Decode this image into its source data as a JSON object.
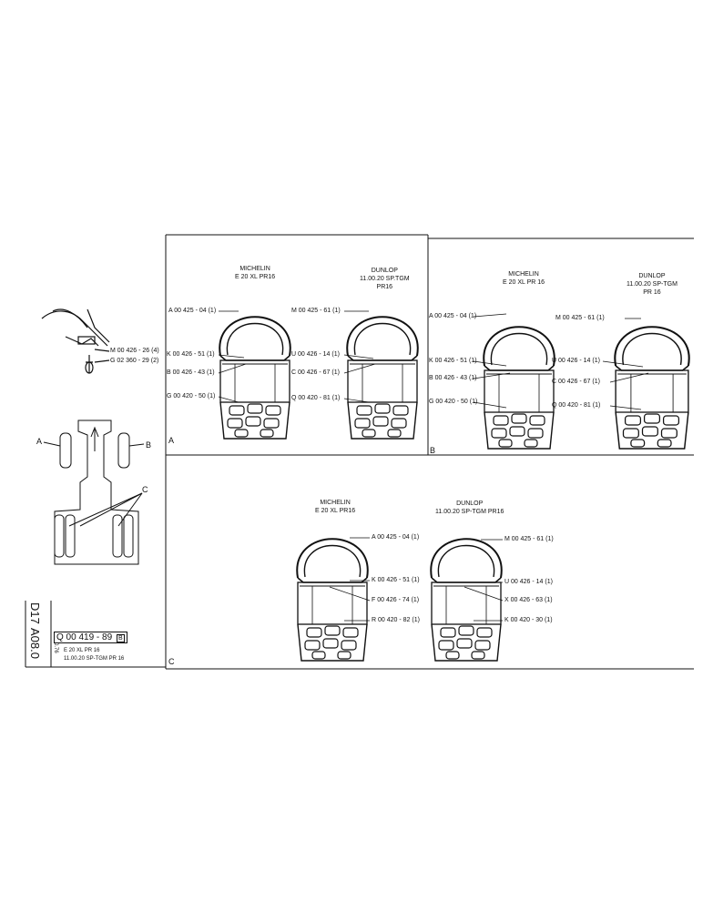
{
  "sections": {
    "A": {
      "label": "A",
      "michelin": {
        "brand": "MICHELIN",
        "spec": "E 20 XL PR16"
      },
      "dunlop": {
        "brand": "DUNLOP",
        "spec": "11.00.20 SP.TGM",
        "spec2": "PR16"
      },
      "left_labels": [
        "A 00 425 - 04 (1)",
        "K 00 426 - 51 (1)",
        "B 00 426 - 43 (1)",
        "G 00 420 - 50 (1)"
      ],
      "right_labels": [
        "M 00 425 - 61 (1)",
        "U 00 426 - 14 (1)",
        "C 00 426 - 67 (1)",
        "Q 00 420 - 81 (1)"
      ]
    },
    "B": {
      "label": "B",
      "michelin": {
        "brand": "MICHELIN",
        "spec": "E 20 XL PR 16"
      },
      "dunlop": {
        "brand": "DUNLOP",
        "spec": "11.00.20 SP-TGM",
        "spec2": "PR 16"
      },
      "left_labels": [
        "A 00 425 - 04 (1)",
        "K 00 426 - 51 (1)",
        "B 00 426 - 43 (1)",
        "G 00 420 - 50 (1)"
      ],
      "right_labels": [
        "M 00 425 - 61 (1)",
        "U 00 426 - 14 (1)",
        "C 00 426 - 67 (1)",
        "Q 00 420 - 81 (1)"
      ]
    },
    "C": {
      "label": "C",
      "michelin": {
        "brand": "MICHELIN",
        "spec": "E 20 XL PR16"
      },
      "dunlop": {
        "brand": "DUNLOP",
        "spec": "11.00.20 SP-TGM PR16"
      },
      "michelin_labels": [
        "A 00 425 - 04 (1)",
        "K 00 426 - 51 (1)",
        "F 00 426 - 74 (1)",
        "R 00 420 - 82 (1)"
      ],
      "dunlop_labels": [
        "M 00 425 - 61 (1)",
        "U 00 426 - 14 (1)",
        "X 00 426 - 63 (1)",
        "K 00 420 - 30 (1)"
      ]
    }
  },
  "valve": {
    "labels": [
      "M 00 426 - 26 (4)",
      "G 02 360 - 29 (2)"
    ]
  },
  "vehicle": {
    "letters": [
      "A",
      "B",
      "C"
    ]
  },
  "footer": {
    "code1": "D17",
    "code2": "A08.0",
    "small": "0.76",
    "part_number": "Q 00 419 - 89",
    "box_mark": "B",
    "caption1": "E 20 XL PR 16",
    "caption2": "11.00.20 SP-TGM PR 16"
  }
}
